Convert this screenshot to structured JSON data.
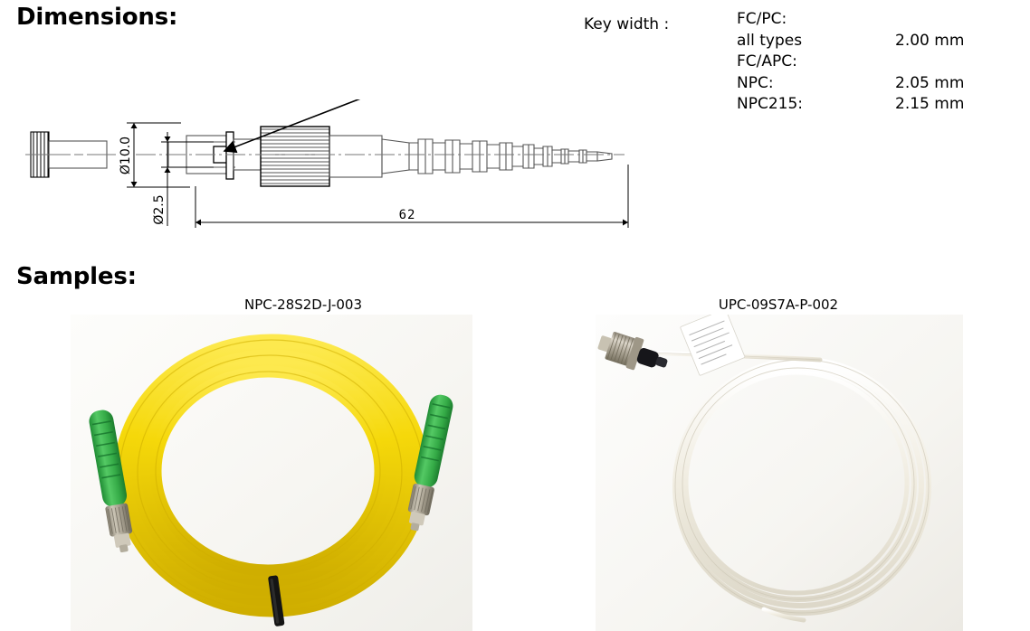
{
  "page": {
    "dimensions_heading": "Dimensions:",
    "samples_heading": "Samples:"
  },
  "drawing": {
    "key_width_label": "Key width :",
    "dim_diameter_outer": "Ø10.0",
    "dim_diameter_ferrule": "Ø2.5",
    "dim_length": "62"
  },
  "spec": {
    "rows": [
      {
        "label": "FC/PC:",
        "value": ""
      },
      {
        "label": "all types",
        "value": "2.00 mm"
      },
      {
        "label": "FC/APC:",
        "value": ""
      },
      {
        "label": "NPC:",
        "value": "2.05 mm"
      },
      {
        "label": "NPC215:",
        "value": "2.15 mm"
      }
    ]
  },
  "samples": [
    {
      "caption": "NPC-28S2D-J-003"
    },
    {
      "caption": "UPC-09S7A-P-002"
    }
  ],
  "colors": {
    "line": "#000000",
    "cable_yellow": "#f4d803",
    "cable_yellow_dark": "#d8b800",
    "connector_green": "#3cb54a",
    "connector_green_dark": "#1f8c34",
    "metal": "#b9b2a4",
    "metal_dark": "#8a8272",
    "tie_black": "#1a1a1a",
    "photo_bg": "#fbfbf8",
    "fiber_white": "#f2efe6"
  }
}
